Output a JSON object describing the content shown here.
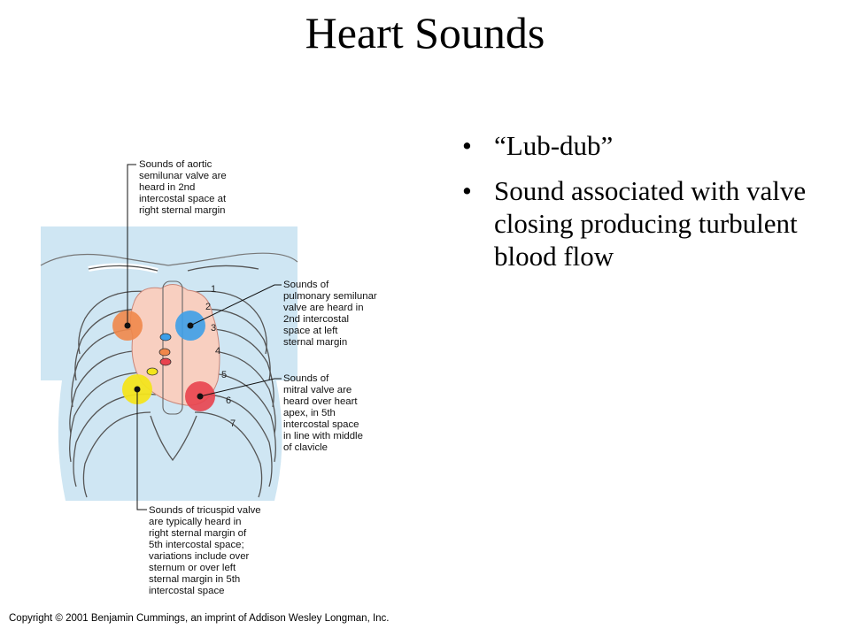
{
  "slide": {
    "title": "Heart Sounds",
    "bullets": [
      "“Lub-dub”",
      "Sound associated with valve closing producing turbulent blood flow"
    ]
  },
  "diagram": {
    "labels": {
      "aortic": [
        "Sounds of aortic",
        "semilunar valve are",
        "heard in 2nd",
        "intercostal space at",
        "right sternal margin"
      ],
      "pulmonary": [
        "Sounds of",
        "pulmonary semilunar",
        "valve are heard in",
        "2nd intercostal",
        "space at left",
        "sternal margin"
      ],
      "mitral": [
        "Sounds of",
        "mitral valve are",
        "heard over heart",
        "apex, in 5th",
        "intercostal space",
        "in line with middle",
        "of clavicle"
      ],
      "tricuspid": [
        "Sounds of tricuspid valve",
        "are typically heard in",
        "right sternal margin of",
        "5th intercostal space;",
        "variations include over",
        "sternum or over left",
        "sternal margin in 5th",
        "intercostal space"
      ]
    },
    "rib_numbers": [
      "1",
      "2",
      "3",
      "4",
      "5",
      "6",
      "7"
    ],
    "colors": {
      "aortic": "#f0874a",
      "pulmonary": "#3d9ee8",
      "mitral": "#e8434e",
      "tricuspid": "#f3e41c",
      "skin": "#cfe6f3",
      "heart": "#f8cfc0"
    }
  },
  "footer": {
    "copyright": "Copyright © 2001 Benjamin Cummings, an imprint of Addison Wesley Longman, Inc."
  }
}
